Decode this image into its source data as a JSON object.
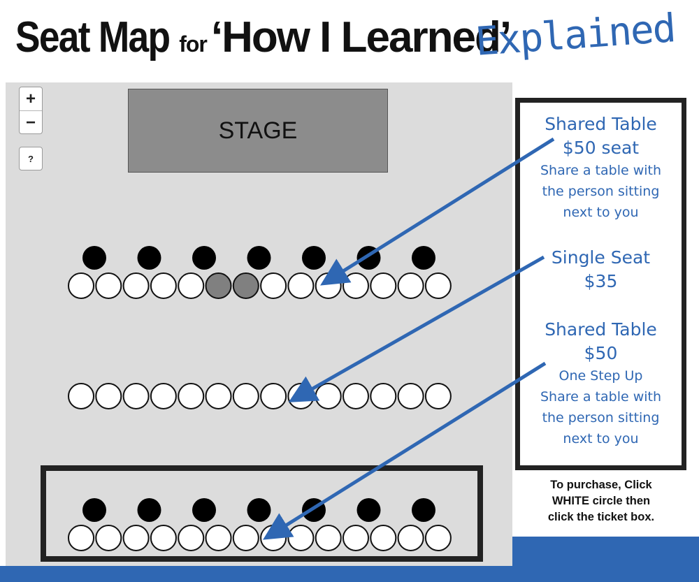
{
  "header": {
    "title_part1": "Seat Map",
    "title_part2": "for",
    "title_part3": "‘How I Learned’",
    "title_part4": "Explained"
  },
  "controls": {
    "zoom_in": "+",
    "zoom_out": "−",
    "help": "?"
  },
  "stage_label": "STAGE",
  "legend": {
    "shared_table": {
      "title": "Shared Table",
      "price": "$50 seat",
      "desc_line1": "Share a table with",
      "desc_line2": "the person sitting",
      "desc_line3": "next to you"
    },
    "single_seat": {
      "title": "Single Seat",
      "price": "$35"
    },
    "shared_table_up": {
      "title": "Shared Table",
      "price": "$50",
      "note": "One Step Up",
      "desc_line1": "Share a table with",
      "desc_line2": "the person sitting",
      "desc_line3": "next to you"
    }
  },
  "instructions": {
    "line1": "To purchase, Click",
    "line2": "WHITE circle then",
    "line3": "click the ticket box."
  },
  "seat_rows": [
    {
      "section": "shared-table",
      "seats": [
        "available",
        "available",
        "available",
        "available",
        "available",
        "unavailable",
        "unavailable",
        "available",
        "available",
        "available",
        "available",
        "available",
        "available",
        "available"
      ],
      "tables": 7
    },
    {
      "section": "single-seat",
      "seats": [
        "available",
        "available",
        "available",
        "available",
        "available",
        "available",
        "available",
        "available",
        "available",
        "available",
        "available",
        "available",
        "available",
        "available"
      ],
      "tables": 0
    },
    {
      "section": "shared-table-up",
      "seats": [
        "available",
        "available",
        "available",
        "available",
        "available",
        "available",
        "available",
        "available",
        "available",
        "available",
        "available",
        "available",
        "available",
        "available"
      ],
      "tables": 7
    }
  ],
  "colors": {
    "accent": "#2f67b3",
    "seat_available": "#ffffff",
    "seat_unavailable": "#808080",
    "table": "#000000",
    "stage": "#8c8c8c",
    "map_bg": "#dcdcdc"
  }
}
